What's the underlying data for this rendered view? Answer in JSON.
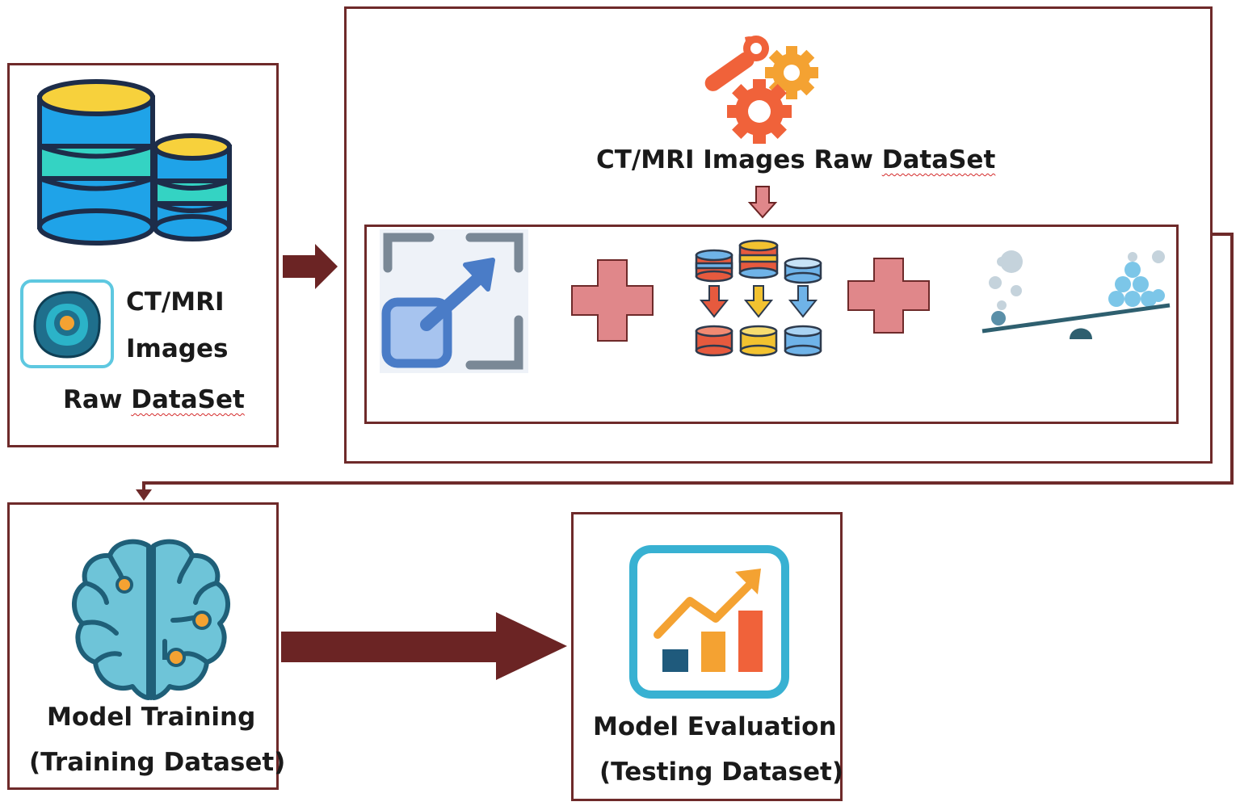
{
  "raw_box": {
    "line1": "CT/MRI",
    "line2": "Images",
    "line3_plain": "Raw",
    "line3_marked": "DataSet"
  },
  "preprocess_box": {
    "title_plain": "CT/MRI Images Raw",
    "title_marked": "DataSet"
  },
  "training_box": {
    "line1": "Model Training",
    "line2": "(Training Dataset)"
  },
  "evaluation_box": {
    "line1": "Model Evaluation",
    "line2": "(Testing Dataset)"
  },
  "colors": {
    "border": "#6e2a2a",
    "arrow": "#6b2424",
    "plus": "#e0878a",
    "accent_orange": "#f0623a",
    "accent_teal": "#2aa6c6"
  },
  "icons": {
    "database": "database-stack-icon",
    "cell": "ct-mri-cell-icon",
    "gears": "gears-wrench-icon",
    "resize": "resize-expand-icon",
    "split": "data-split-icon",
    "balance": "balance-scale-icon",
    "brain": "brain-circuit-icon",
    "growth": "growth-chart-icon"
  }
}
